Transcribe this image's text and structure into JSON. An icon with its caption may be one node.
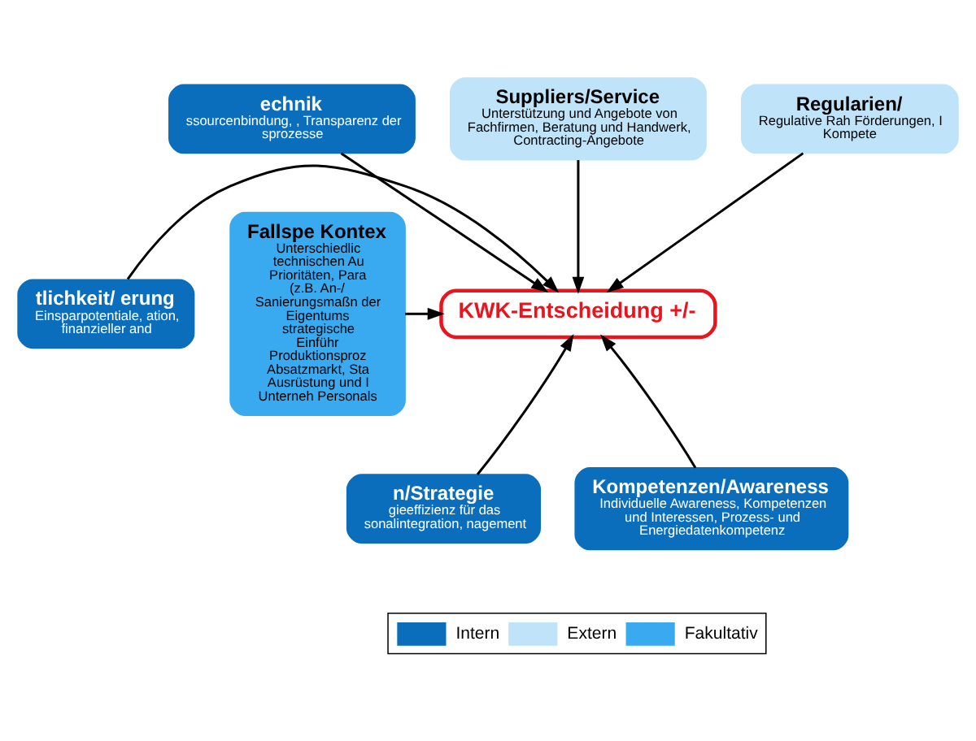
{
  "diagram": {
    "nodes": [
      {
        "text": [
          "echnik",
          "ssourcenbindung, , Transparenz der sprozesse"
        ]
      },
      {
        "text": [
          "Suppliers/Service",
          "Unterstützung und Angebote von Fachfirmen, Beratung und Handwerk, Contracting-Angebote"
        ]
      },
      {
        "text": [
          "Regularien/",
          "Regulative Rah Förderungen, I Kompete"
        ]
      },
      {
        "text": [
          "tlichkeit/ erung",
          "Einsparpotentiale, ation, finanzieller and"
        ]
      },
      {
        "text": [
          "KWK-Entscheidung +/-"
        ]
      },
      {
        "text": [
          "Fallspe Kontex",
          "Unterschiedlic technischen Au Prioritäten, Para (z.B. An-/ Sanierungsmaßn der Eigentums strategische Einführ Produktionsproz Absatzmarkt, Sta Ausrüstung und I Unterneh Personals"
        ]
      },
      {
        "text": [
          "n/Strategie",
          "gieeffizienz für das sonalintegration, nagement"
        ]
      },
      {
        "text": [
          "Kompetenzen/Awareness",
          "Individuelle Awareness, Kompetenzen und Interessen, Prozess- und Energiedatenkompetenz"
        ]
      }
    ],
    "edges": [
      {
        "from": 0,
        "to": 4,
        "arrow": "to"
      },
      {
        "from": 1,
        "to": 4,
        "arrow": "to"
      },
      {
        "from": 2,
        "to": 4,
        "arrow": "to"
      },
      {
        "from": 3,
        "to": 4,
        "arrow": "to"
      },
      {
        "from": 5,
        "to": 4,
        "arrow": "to"
      },
      {
        "from": 6,
        "to": 4,
        "arrow": "to"
      },
      {
        "from": 7,
        "to": 4,
        "arrow": "to"
      }
    ],
    "legend": [
      {
        "text": "Intern",
        "color": "#0a6ebd"
      },
      {
        "text": "Extern",
        "color": "#bfe3f8"
      },
      {
        "text": "Fakultativ",
        "color": "#3aaaf0"
      }
    ]
  }
}
